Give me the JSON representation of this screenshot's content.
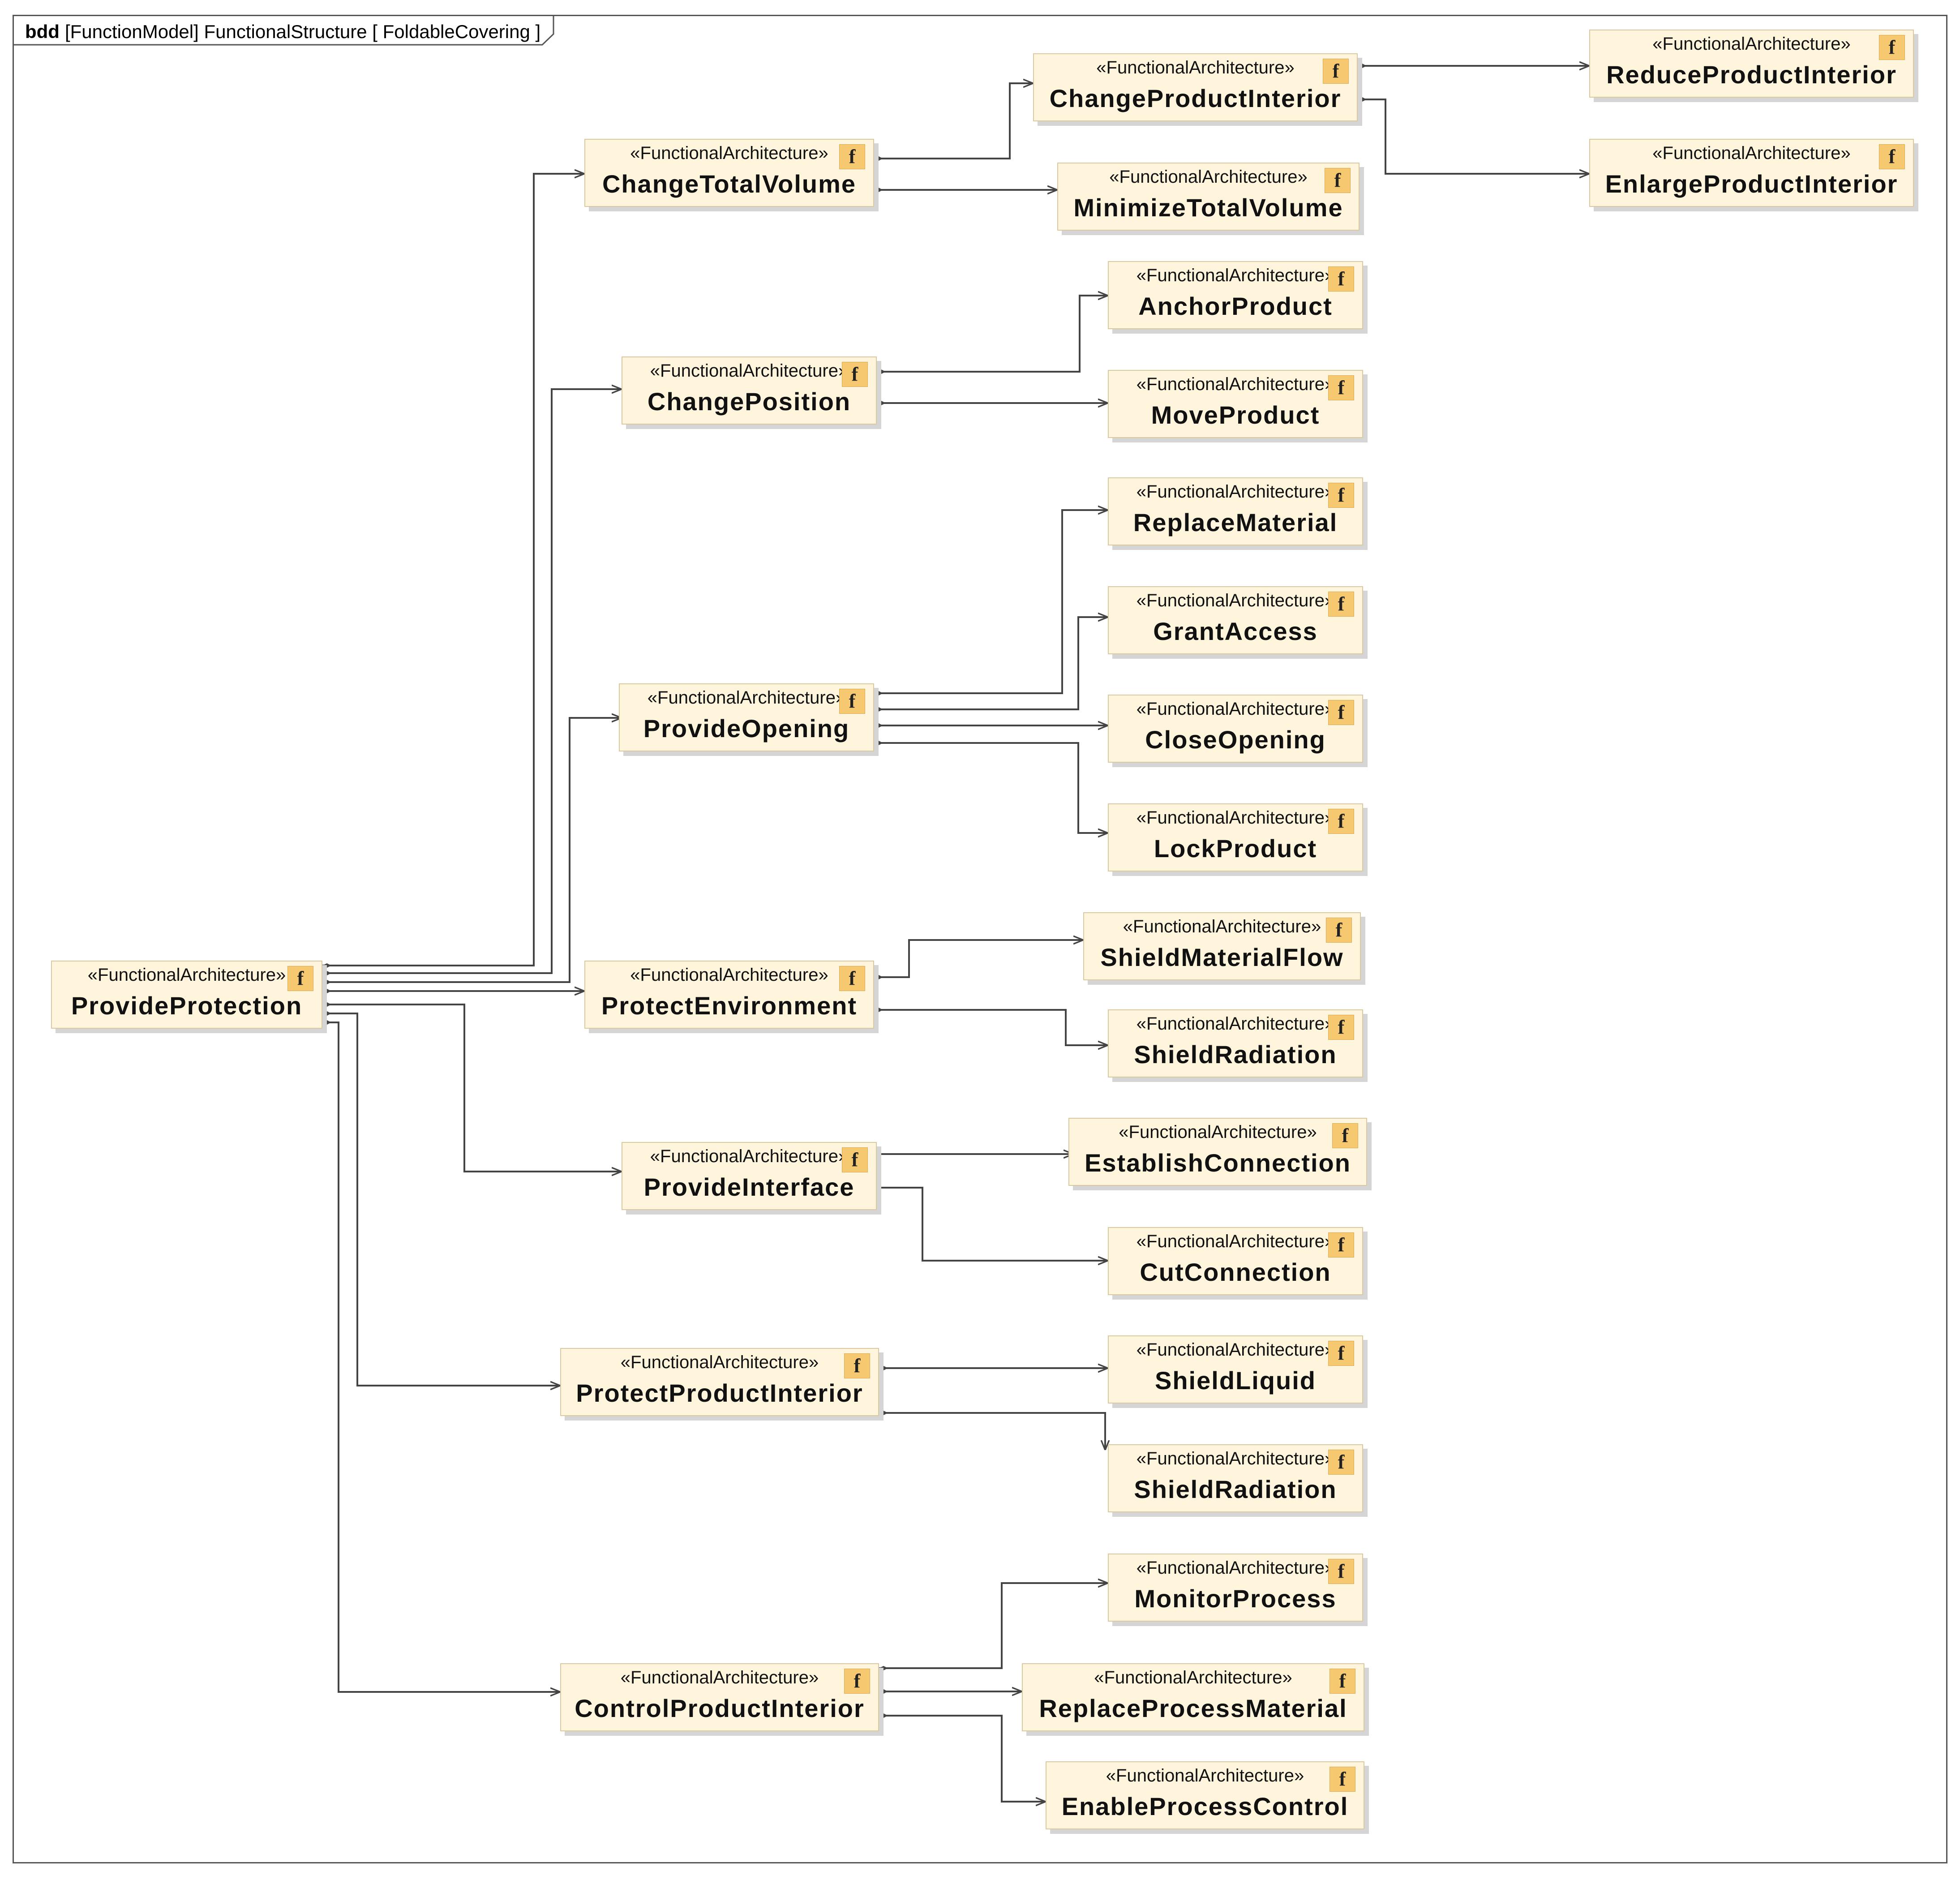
{
  "frame": {
    "keyword": "bdd",
    "title": "[FunctionModel] FunctionalStructure [ FoldableCovering ]"
  },
  "stereotype": "«FunctionalArchitecture»",
  "badge": "f",
  "colors": {
    "block_fill": "#fef5dc",
    "block_border": "#d9c8a0",
    "badge_fill": "#f6c870",
    "line": "#444444"
  },
  "blocks": {
    "provide_protection": "ProvideProtection",
    "change_total_volume": "ChangeTotalVolume",
    "change_product_interior": "ChangeProductInterior",
    "minimize_total_volume": "MinimizeTotalVolume",
    "reduce_product_interior": "ReduceProductInterior",
    "enlarge_product_interior": "EnlargeProductInterior",
    "change_position": "ChangePosition",
    "anchor_product": "AnchorProduct",
    "move_product": "MoveProduct",
    "provide_opening": "ProvideOpening",
    "replace_material": "ReplaceMaterial",
    "grant_access": "GrantAccess",
    "close_opening": "CloseOpening",
    "lock_product": "LockProduct",
    "protect_environment": "ProtectEnvironment",
    "shield_material_flow": "ShieldMaterialFlow",
    "shield_radiation_env": "ShieldRadiation",
    "provide_interface": "ProvideInterface",
    "establish_connection": "EstablishConnection",
    "cut_connection": "CutConnection",
    "protect_product_interior": "ProtectProductInterior",
    "shield_liquid": "ShieldLiquid",
    "shield_radiation_int": "ShieldRadiation",
    "control_product_interior": "ControlProductInterior",
    "monitor_process": "MonitorProcess",
    "replace_process_material": "ReplaceProcessMaterial",
    "enable_process_control": "EnableProcessControl"
  }
}
